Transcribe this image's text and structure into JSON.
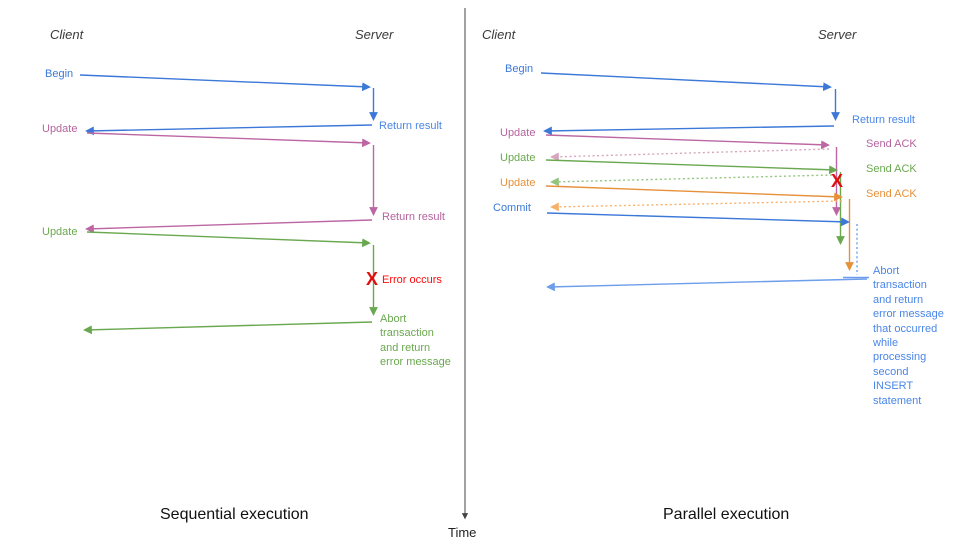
{
  "palette": {
    "blue": "#3c78d8",
    "blue_light": "#6d9eeb",
    "pink": "#b5639e",
    "pink_light": "#d5a6bd",
    "green": "#6aa84f",
    "green_light": "#93c47d",
    "orange": "#e6913a",
    "orange_light": "#f6b26b",
    "red": "#e10e0e",
    "axis": "#444444"
  },
  "left": {
    "title": "Sequential execution",
    "headers": {
      "client": "Client",
      "server": "Server"
    },
    "events": {
      "begin": "Begin",
      "return1": "Return result",
      "update1": "Update",
      "return2": "Return result",
      "update2": "Update",
      "error_x": "X",
      "error_occurs": "Error occurs",
      "abort": [
        "Abort",
        "transaction",
        "and return",
        "error message"
      ]
    }
  },
  "right": {
    "title": "Parallel execution",
    "headers": {
      "client": "Client",
      "server": "Server"
    },
    "events": {
      "begin": "Begin",
      "return1": "Return result",
      "update1": "Update",
      "ack1": "Send ACK",
      "update2": "Update",
      "ack2": "Send ACK",
      "update3": "Update",
      "ack3": "Send ACK",
      "commit": "Commit",
      "error_x": "X",
      "abort": [
        "Abort",
        "transaction",
        "and return",
        "error message",
        "that occurred",
        "while",
        "processing",
        "second",
        "INSERT",
        "statement"
      ]
    }
  },
  "time_axis": {
    "label": "Time"
  }
}
